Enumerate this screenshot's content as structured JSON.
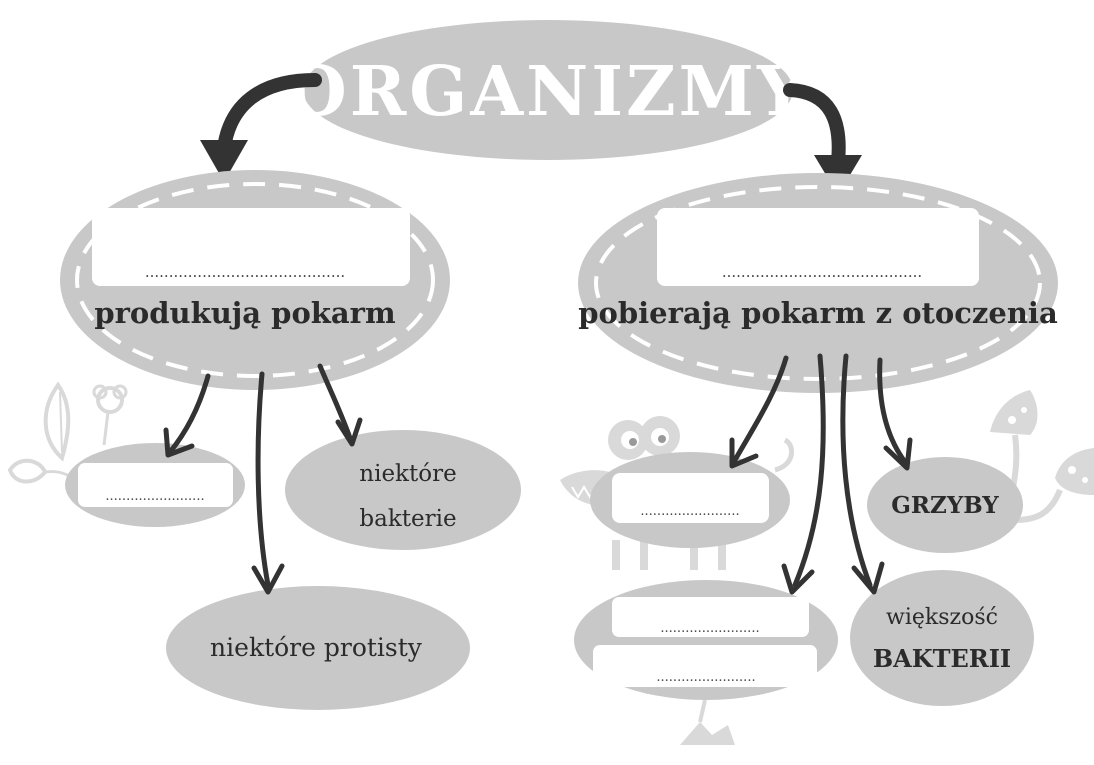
{
  "title": "ORGANIZMY",
  "left_branch": {
    "label": "produkują pokarm",
    "blank": "..........................................",
    "children": {
      "blank_node": "........................",
      "bacteria": [
        "niektóre",
        "bakterie"
      ],
      "protists": "niektóre protisty"
    }
  },
  "right_branch": {
    "label": "pobierają pokarm z otoczenia",
    "blank": "..........................................",
    "children": {
      "blank_node": "........................",
      "fungi": "GRZYBY",
      "double_blank": [
        "........................",
        "........................"
      ],
      "bacteria": [
        "większość",
        "BAKTERII"
      ]
    }
  },
  "colors": {
    "bubble": "#c8c8c8",
    "arrow": "#333333",
    "text": "#2b2b2b",
    "title_text": "#ffffff",
    "decoration": "#d9d9d9"
  }
}
